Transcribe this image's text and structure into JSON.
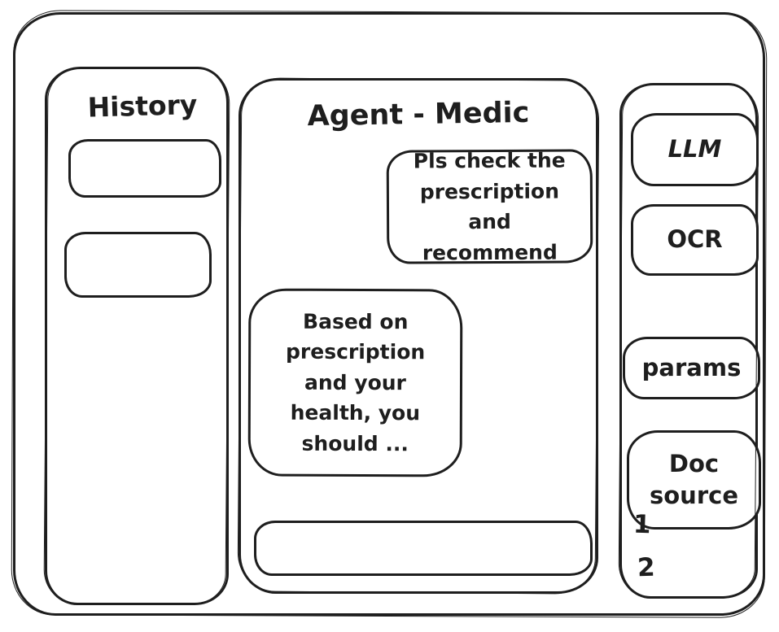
{
  "window": {
    "stroke_color": "#1e1e1e",
    "background_color": "#ffffff"
  },
  "history": {
    "title": "History",
    "items": [
      {
        "label": ""
      },
      {
        "label": ""
      }
    ]
  },
  "chat": {
    "title": "Agent - Medic",
    "messages": [
      {
        "role": "user",
        "text": "Pls check the\nprescription\nand recommend"
      },
      {
        "role": "assistant",
        "text": "Based on\nprescription\nand your\nhealth, you\nshould ..."
      }
    ],
    "input": {
      "value": "",
      "placeholder": ""
    }
  },
  "tools": {
    "items": [
      {
        "label": "LLM"
      },
      {
        "label": "OCR"
      },
      {
        "label": "params"
      },
      {
        "label": "Doc source"
      }
    ],
    "doc_list": [
      "1",
      "2"
    ]
  }
}
